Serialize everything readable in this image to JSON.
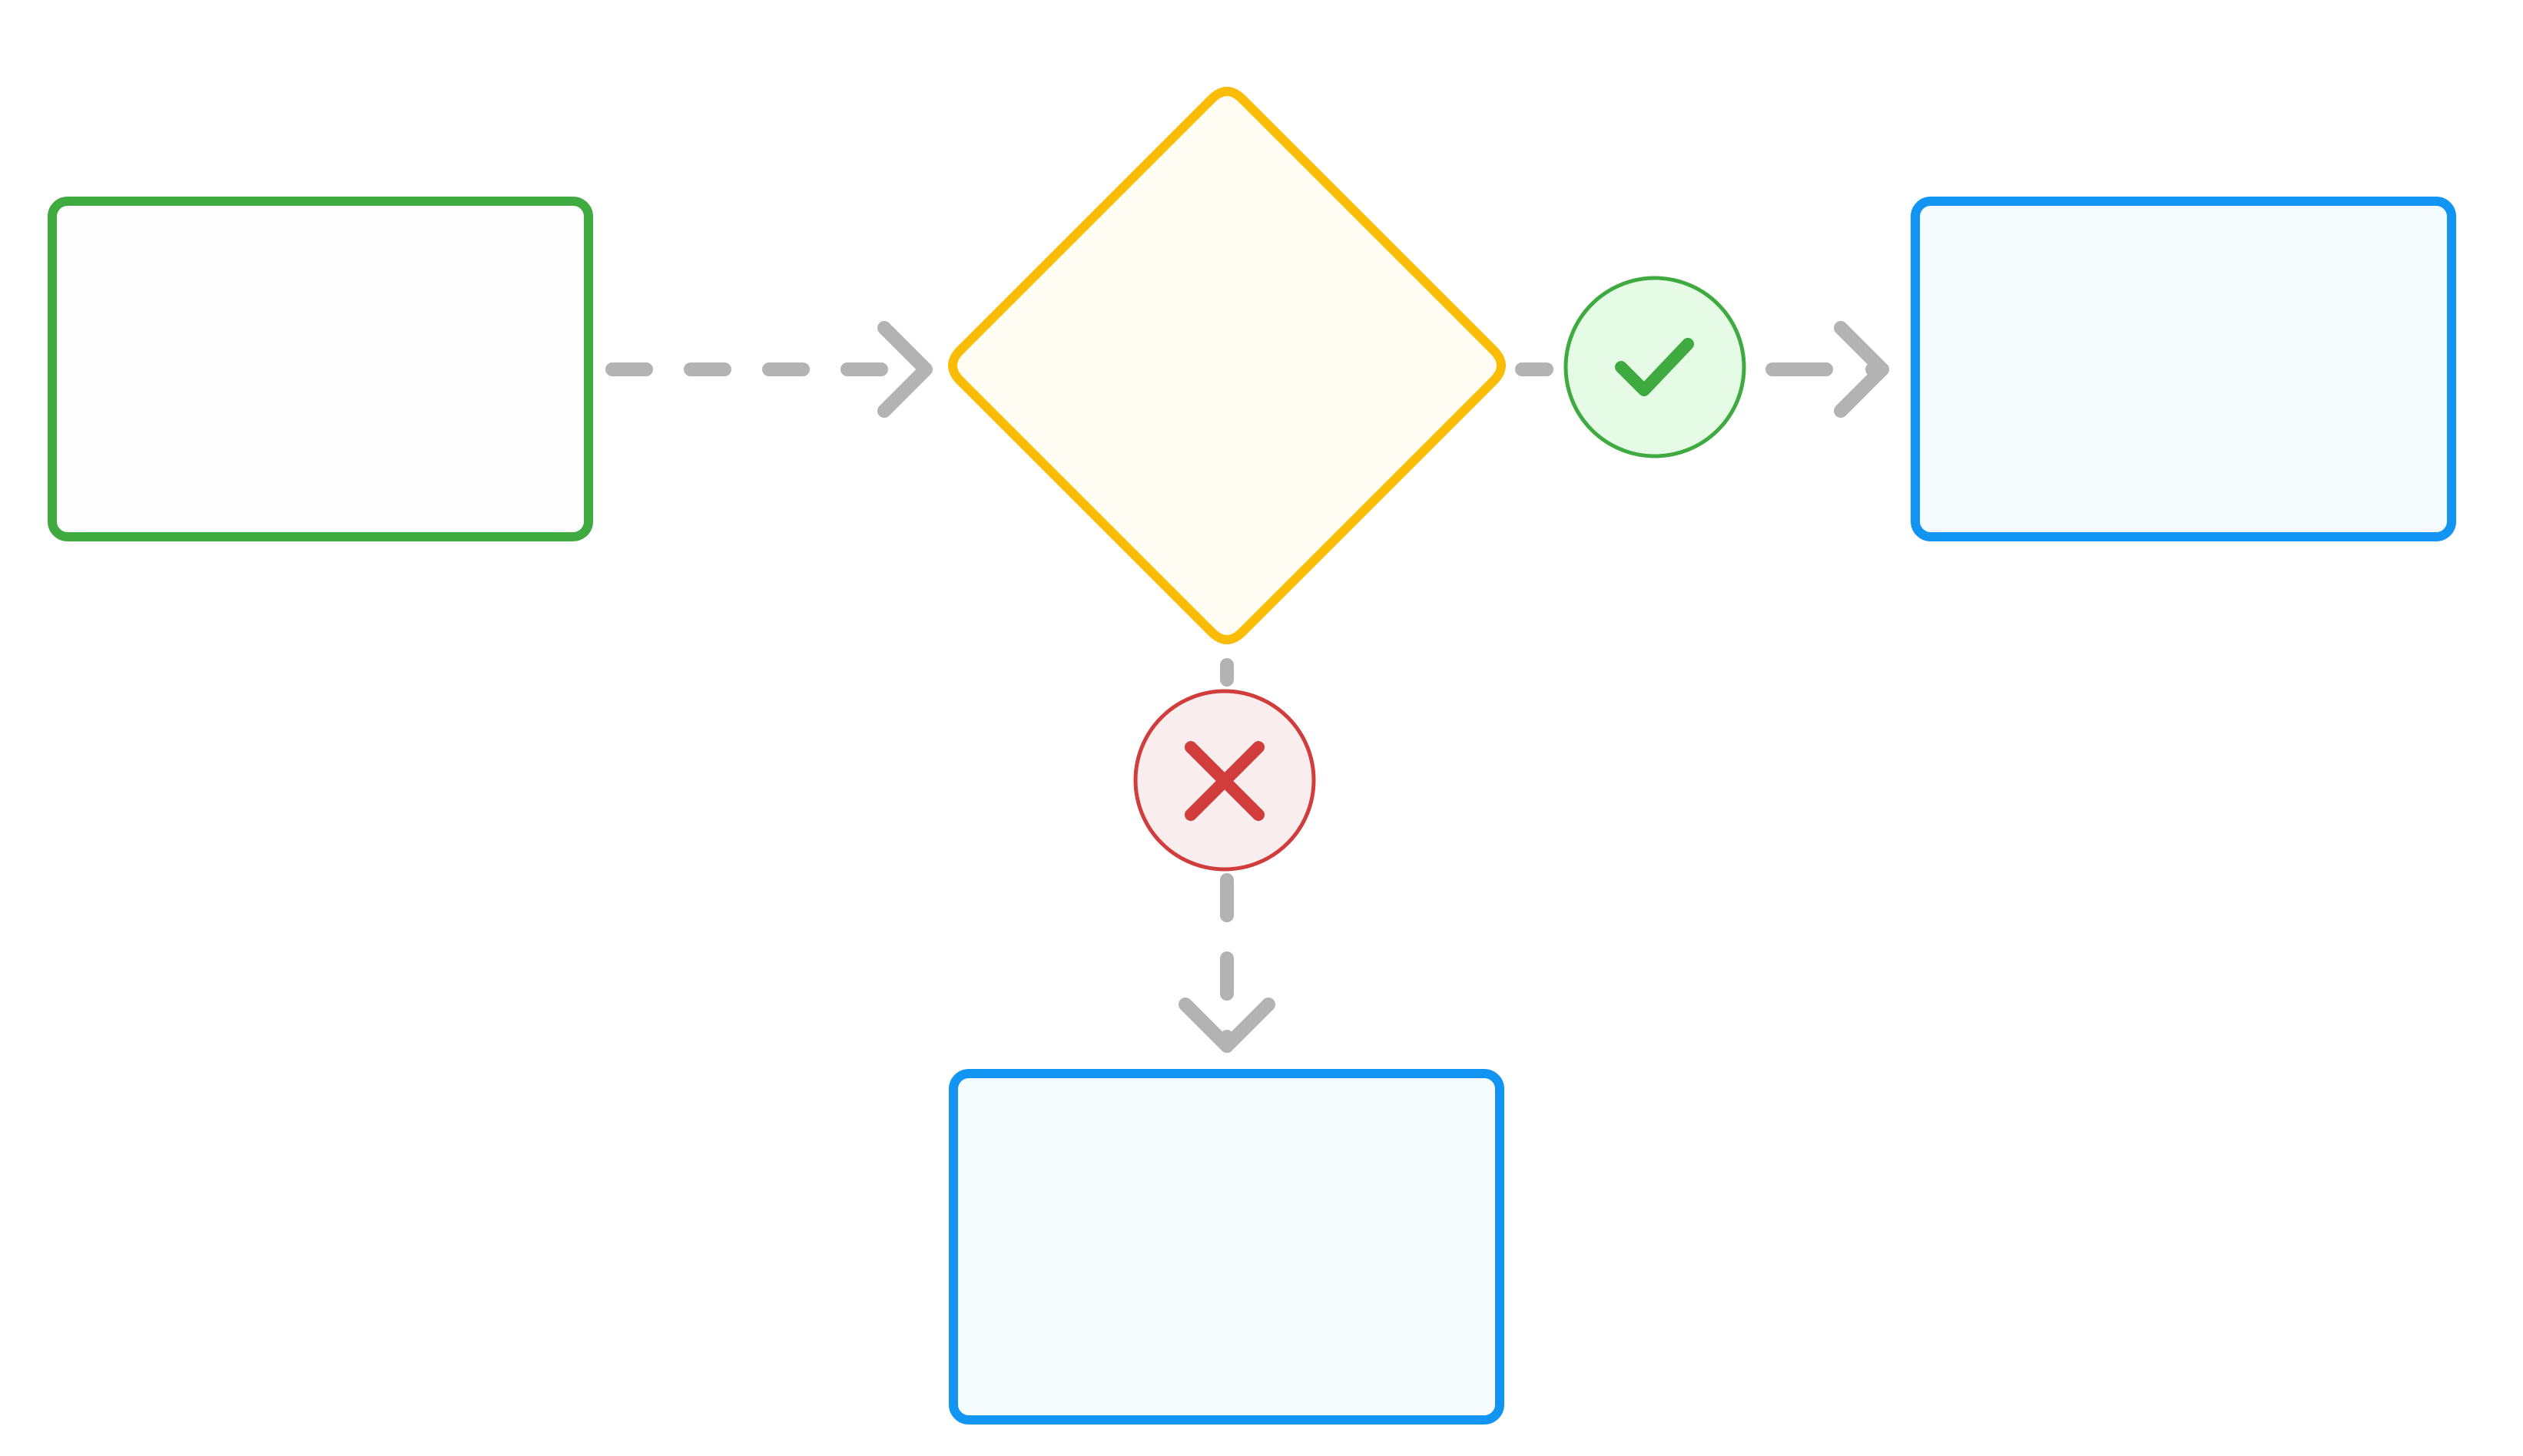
{
  "diagram": {
    "type": "flowchart",
    "colors": {
      "background": "#ffffff",
      "connector": "#b3b3b3",
      "start_stroke": "#3faa3f",
      "start_fill": "#fdfefd",
      "decision_stroke": "#fbbc05",
      "decision_fill": "#fffcf3",
      "outcome_stroke": "#1294f2",
      "outcome_fill": "#f6fbfe",
      "success_stroke": "#3faa3f",
      "success_fill": "#e5fbe5",
      "failure_stroke": "#d13c3c",
      "failure_fill": "#faeded"
    },
    "nodes": [
      {
        "id": "start",
        "shape": "rounded-rectangle",
        "label": ""
      },
      {
        "id": "decision",
        "shape": "diamond",
        "label": ""
      },
      {
        "id": "yes_outcome",
        "shape": "rounded-rectangle",
        "label": ""
      },
      {
        "id": "no_outcome",
        "shape": "rounded-rectangle",
        "label": ""
      }
    ],
    "edges": [
      {
        "from": "start",
        "to": "decision",
        "style": "dashed-arrow"
      },
      {
        "from": "decision",
        "to": "yes_outcome",
        "style": "dashed-arrow",
        "badge": "check-icon"
      },
      {
        "from": "decision",
        "to": "no_outcome",
        "style": "dashed-arrow",
        "badge": "cross-icon"
      }
    ]
  }
}
